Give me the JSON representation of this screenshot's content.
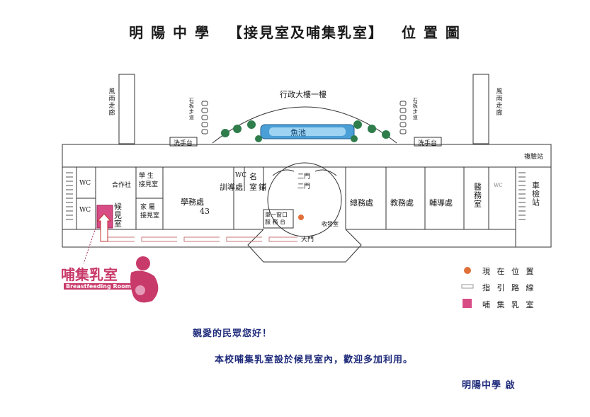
{
  "title": {
    "school": "明 陽 中 學",
    "subject": "【接見室及哺集乳室】",
    "suffix": "位 置 圖"
  },
  "map": {
    "building_label": "行政大樓一樓",
    "pond_label": "魚池",
    "corridor_left": "風雨走廊",
    "corridor_right": "風雨走廊",
    "stone_path_left": "石板步道",
    "stone_path_right": "石板步道",
    "sink_left": "洗手台",
    "sink_right": "洗手台",
    "rooms": {
      "wc1": "WC",
      "wc2": "WC",
      "coop": "合作社",
      "student_visit": "學 生\n接見室",
      "waiting_room": "候見室",
      "parent_visit": "家 屬\n接見室",
      "student_affairs": "學務處",
      "student_affairs_num": "43",
      "wc3": "WC",
      "guidance_office": "訓導處",
      "seal": "名",
      "office_room": "室",
      "store": "鋪",
      "gate2": "二門",
      "gate2b": "二門",
      "single_window": "單一窗口\n服 務 台",
      "mail_room": "收發室",
      "gate1": "大門",
      "general_affairs": "總務處",
      "academic_affairs": "教務處",
      "counseling": "輔導處",
      "health_office": "醫務室",
      "wc4": "WC",
      "recheck_station": "複驗站",
      "vehicle_check": "車檢站"
    }
  },
  "logo": {
    "chinese": "哺集乳室",
    "english": "Breastfeeding Room"
  },
  "legend": {
    "current_location": "現 在 位 置",
    "guide_route": "指 引 路 線",
    "nursing_room": "哺 集 乳 室"
  },
  "message": {
    "greeting": "親愛的民眾您好！",
    "body": "本校哺集乳室設於候見室內，歡迎多加利用。",
    "signature": "明陽中學  啟"
  },
  "colors": {
    "current_location": "#e0703a",
    "nursing_room": "#d84c86",
    "pond": "#4a9fd6",
    "logo": "#c83a6a",
    "message": "#1e2a7a"
  }
}
